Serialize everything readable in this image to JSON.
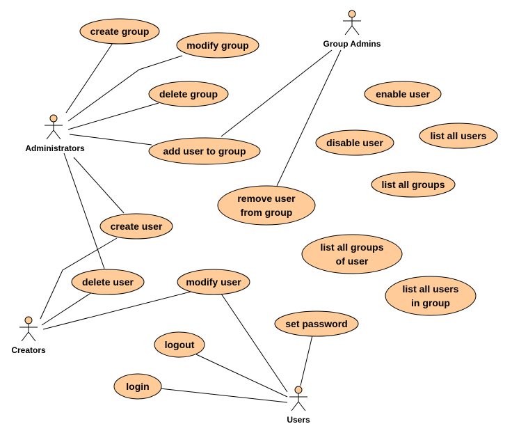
{
  "colors": {
    "usecase_fill": "#FFCC99",
    "usecase_stroke": "#000000",
    "line": "#000000",
    "background": "#FFFFFF"
  },
  "actors": {
    "administrators": "Administrators",
    "group_admins": "Group Admins",
    "creators": "Creators",
    "users": "Users"
  },
  "usecases": {
    "create_group": [
      "create group"
    ],
    "modify_group": [
      "modify group"
    ],
    "delete_group": [
      "delete group"
    ],
    "add_user_to_group": [
      "add user to group"
    ],
    "enable_user": [
      "enable user"
    ],
    "disable_user": [
      "disable user"
    ],
    "list_all_users": [
      "list all users"
    ],
    "list_all_groups": [
      "list all groups"
    ],
    "remove_user_from_group": [
      "remove user",
      "from group"
    ],
    "create_user": [
      "create user"
    ],
    "list_all_groups_of_user": [
      "list all groups",
      "of user"
    ],
    "delete_user": [
      "delete user"
    ],
    "modify_user": [
      "modify user"
    ],
    "list_all_users_in_group": [
      "list all users",
      "in group"
    ],
    "set_password": [
      "set password"
    ],
    "logout": [
      "logout"
    ],
    "login": [
      "login"
    ]
  }
}
